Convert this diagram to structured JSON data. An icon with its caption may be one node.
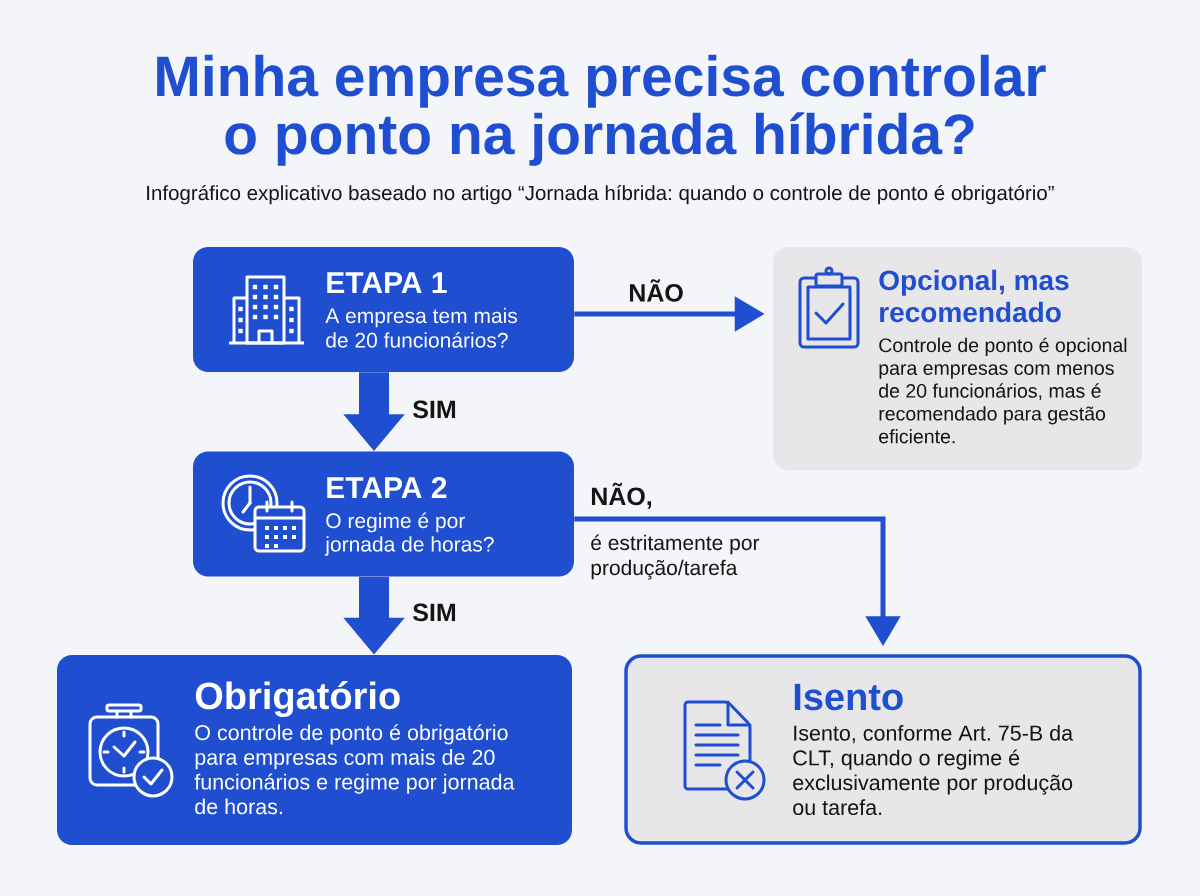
{
  "diagram": {
    "title": "Minha empresa precisa controlar o ponto na jornada híbrida?",
    "nodes": [
      {
        "text": [
          "ETAPA 1",
          "A empresa tem mais de 20 funcionários?"
        ]
      },
      {
        "text": [
          "Opcional, mas recomendado",
          "Controle de ponto é opcional para empresas com menos de 20 funcionários, mas é recomendado para gestão eficiente."
        ]
      },
      {
        "text": [
          "ETAPA 2",
          "O regime é por jornada de horas?"
        ]
      },
      {
        "text": [
          "Obrigatório",
          "O controle de ponto é obrigatório para empresas com mais de 20 funcionários e regime por jornada de horas."
        ]
      },
      {
        "text": [
          "Isento",
          "Isento, conforme Art. 75-B da CLT, quando o regime é exclusivamente por produção ou tarefa."
        ]
      }
    ],
    "edges": [
      {
        "from": 0,
        "to": 1,
        "arrow": "to",
        "label": "NÃO"
      },
      {
        "from": 0,
        "to": 2,
        "arrow": "to",
        "label": "SIM",
        "style": "thick"
      },
      {
        "from": 2,
        "to": 4,
        "arrow": "to",
        "label": "NÃO,"
      },
      {
        "from": 2,
        "to": 3,
        "arrow": "to",
        "label": "SIM",
        "style": "thick"
      }
    ],
    "labels": [
      "Infográfico explicativo baseado no artigo “Jornada híbrida: quando o controle de ponto é obrigatório”",
      "é estritamente por produção/tarefa"
    ]
  }
}
